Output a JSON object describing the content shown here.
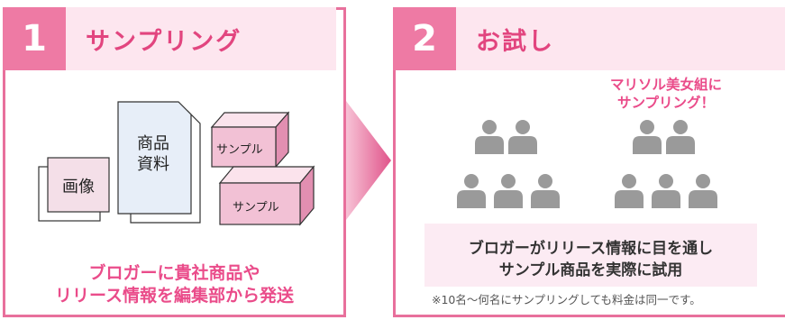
{
  "step1": {
    "number": "1",
    "title": "サンプリング",
    "image_label": "画像",
    "doc_label_line1": "商品",
    "doc_label_line2": "資料",
    "box1_label": "サンプル",
    "box2_label": "サンプル",
    "caption_line1": "ブロガーに貴社商品や",
    "caption_line2": "リリース情報を編集部から発送"
  },
  "step2": {
    "number": "2",
    "title": "お試し",
    "group_label_line1": "マリソル美女組に",
    "group_label_line2": "サンプリング！",
    "message_line1": "ブロガーがリリース情報に目を通し",
    "message_line2": "サンプル商品を実際に試用",
    "note": "※10名〜何名にサンプリングしても料金は同一です。"
  },
  "colors": {
    "accent": "#ee7aa4",
    "accent_text": "#e2457f",
    "header_bg": "#fde6ef",
    "person": "#9a9a9a",
    "arrow": "#e0548a"
  }
}
